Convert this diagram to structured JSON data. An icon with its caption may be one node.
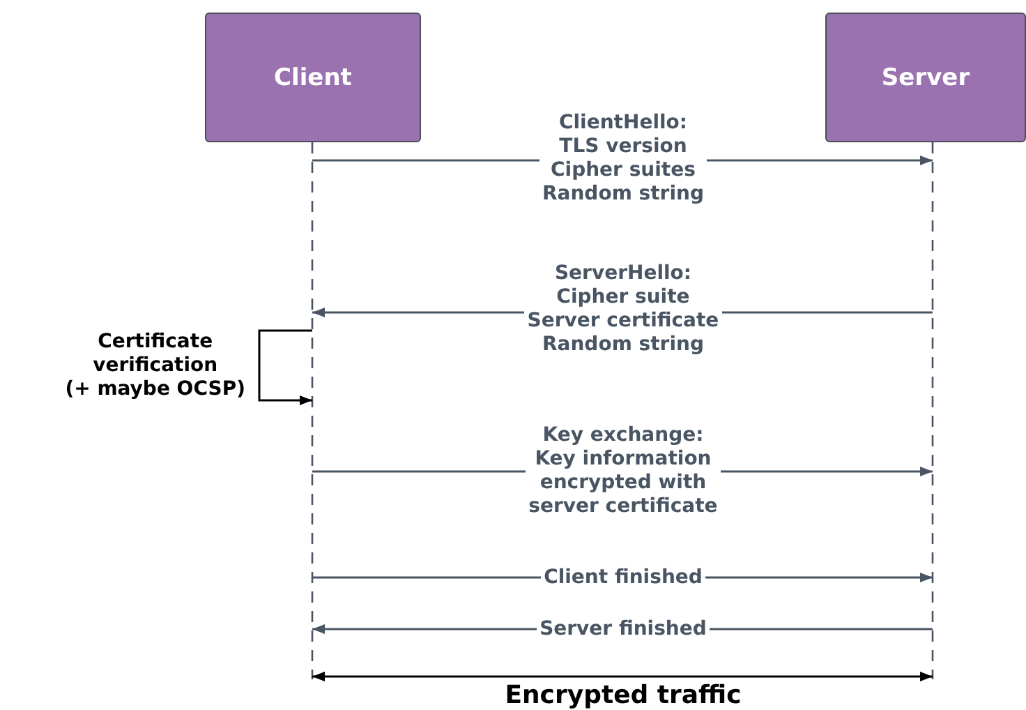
{
  "diagram": {
    "nodes": [
      {
        "text": [
          "Client"
        ]
      },
      {
        "text": [
          "Server"
        ]
      }
    ],
    "edges": [
      {
        "from": 0,
        "to": 1,
        "arrow": "to",
        "label": "ClientHello: TLS version Cipher suites Random string"
      },
      {
        "from": 1,
        "to": 0,
        "arrow": "to",
        "label": "ServerHello: Cipher suite Server certificate Random string"
      },
      {
        "from": 0,
        "to": 0,
        "arrow": "to",
        "label": "Certificate verification (+ maybe OCSP)",
        "color": "#000000"
      },
      {
        "from": 0,
        "to": 1,
        "arrow": "to",
        "label": "Key exchange: Key information encrypted with server certificate"
      },
      {
        "from": 0,
        "to": 1,
        "arrow": "to",
        "label": "Client finished"
      },
      {
        "from": 1,
        "to": 0,
        "arrow": "to",
        "label": "Server finished"
      },
      {
        "from": 0,
        "to": 1,
        "arrow": "both",
        "label": "Encrypted traffic",
        "color": "#000000"
      }
    ]
  }
}
